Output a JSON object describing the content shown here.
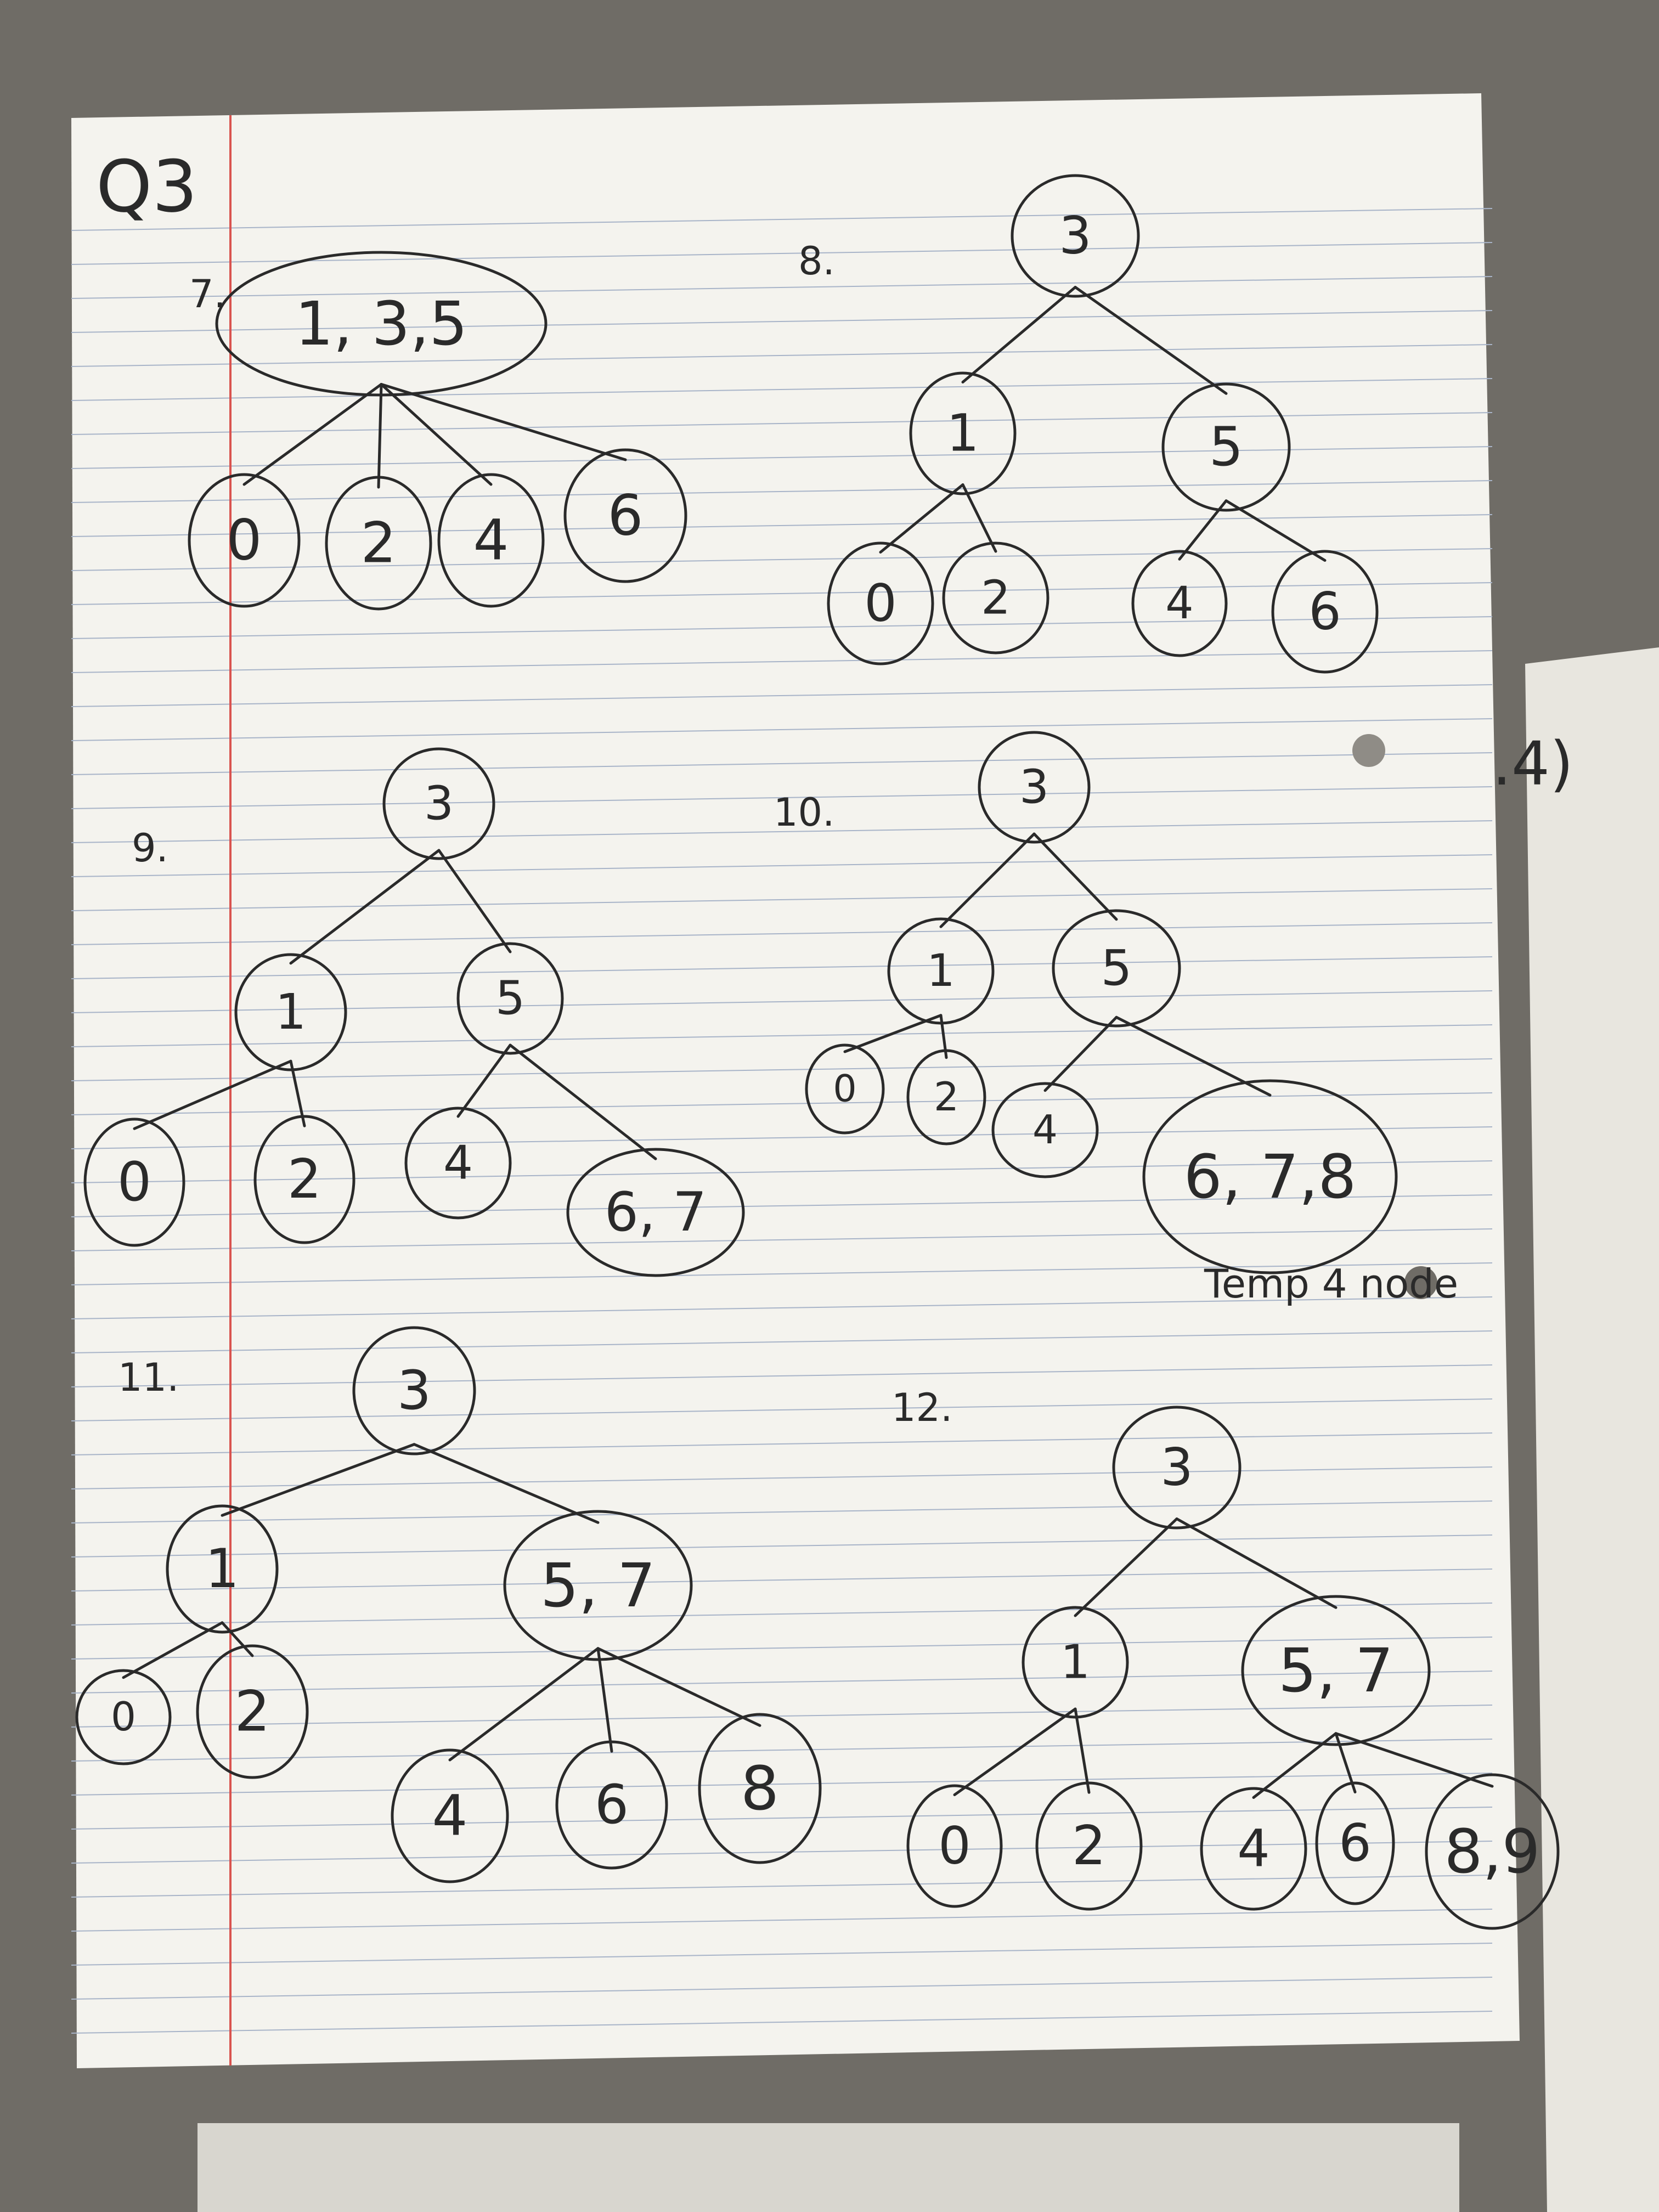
{
  "title": "Q3",
  "margin_color": "#d9534f",
  "line_color": "#a8b4c8",
  "paper_color": "#f4f3ee",
  "trees": [
    {
      "label": "7.",
      "nodes": [
        {
          "id": "a",
          "text": "1, 3,5"
        },
        {
          "id": "b",
          "text": "0"
        },
        {
          "id": "c",
          "text": "2"
        },
        {
          "id": "d",
          "text": "4"
        },
        {
          "id": "e",
          "text": "6"
        }
      ],
      "edges": [
        [
          "a",
          "b"
        ],
        [
          "a",
          "c"
        ],
        [
          "a",
          "d"
        ],
        [
          "a",
          "e"
        ]
      ]
    },
    {
      "label": "8.",
      "nodes": [
        {
          "id": "r",
          "text": "3"
        },
        {
          "id": "l",
          "text": "1"
        },
        {
          "id": "rr",
          "text": "5"
        },
        {
          "id": "n0",
          "text": "0"
        },
        {
          "id": "n2",
          "text": "2"
        },
        {
          "id": "n4",
          "text": "4"
        },
        {
          "id": "n6",
          "text": "6"
        }
      ],
      "edges": [
        [
          "r",
          "l"
        ],
        [
          "r",
          "rr"
        ],
        [
          "l",
          "n0"
        ],
        [
          "l",
          "n2"
        ],
        [
          "rr",
          "n4"
        ],
        [
          "rr",
          "n6"
        ]
      ]
    },
    {
      "label": "9.",
      "nodes": [
        {
          "id": "r",
          "text": "3"
        },
        {
          "id": "l",
          "text": "1"
        },
        {
          "id": "rr",
          "text": "5"
        },
        {
          "id": "n0",
          "text": "0"
        },
        {
          "id": "n2",
          "text": "2"
        },
        {
          "id": "n4",
          "text": "4"
        },
        {
          "id": "n67",
          "text": "6, 7"
        }
      ],
      "edges": [
        [
          "r",
          "l"
        ],
        [
          "r",
          "rr"
        ],
        [
          "l",
          "n0"
        ],
        [
          "l",
          "n2"
        ],
        [
          "rr",
          "n4"
        ],
        [
          "rr",
          "n67"
        ]
      ]
    },
    {
      "label": "10.",
      "nodes": [
        {
          "id": "r",
          "text": "3"
        },
        {
          "id": "l",
          "text": "1"
        },
        {
          "id": "rr",
          "text": "5"
        },
        {
          "id": "n0",
          "text": "0"
        },
        {
          "id": "n2",
          "text": "2"
        },
        {
          "id": "n4",
          "text": "4"
        },
        {
          "id": "n678",
          "text": "6, 7,8"
        }
      ],
      "edges": [
        [
          "r",
          "l"
        ],
        [
          "r",
          "rr"
        ],
        [
          "l",
          "n0"
        ],
        [
          "l",
          "n2"
        ],
        [
          "rr",
          "n4"
        ],
        [
          "rr",
          "n678"
        ]
      ],
      "annotation": "Temp 4 node"
    },
    {
      "label": "11.",
      "nodes": [
        {
          "id": "r",
          "text": "3"
        },
        {
          "id": "l",
          "text": "1"
        },
        {
          "id": "rr",
          "text": "5, 7"
        },
        {
          "id": "n0",
          "text": "0"
        },
        {
          "id": "n2",
          "text": "2"
        },
        {
          "id": "n4",
          "text": "4"
        },
        {
          "id": "n6",
          "text": "6"
        },
        {
          "id": "n8",
          "text": "8"
        }
      ],
      "edges": [
        [
          "r",
          "l"
        ],
        [
          "r",
          "rr"
        ],
        [
          "l",
          "n0"
        ],
        [
          "l",
          "n2"
        ],
        [
          "rr",
          "n4"
        ],
        [
          "rr",
          "n6"
        ],
        [
          "rr",
          "n8"
        ]
      ]
    },
    {
      "label": "12.",
      "nodes": [
        {
          "id": "r",
          "text": "3"
        },
        {
          "id": "l",
          "text": "1"
        },
        {
          "id": "rr",
          "text": "5, 7"
        },
        {
          "id": "n0",
          "text": "0"
        },
        {
          "id": "n2",
          "text": "2"
        },
        {
          "id": "n4",
          "text": "4"
        },
        {
          "id": "n6",
          "text": "6"
        },
        {
          "id": "n89",
          "text": "8,9"
        }
      ],
      "edges": [
        [
          "r",
          "l"
        ],
        [
          "r",
          "rr"
        ],
        [
          "l",
          "n0"
        ],
        [
          "l",
          "n2"
        ],
        [
          "rr",
          "n4"
        ],
        [
          "rr",
          "n6"
        ],
        [
          "rr",
          "n89"
        ]
      ]
    }
  ],
  "side_sheet_text": ".4)"
}
